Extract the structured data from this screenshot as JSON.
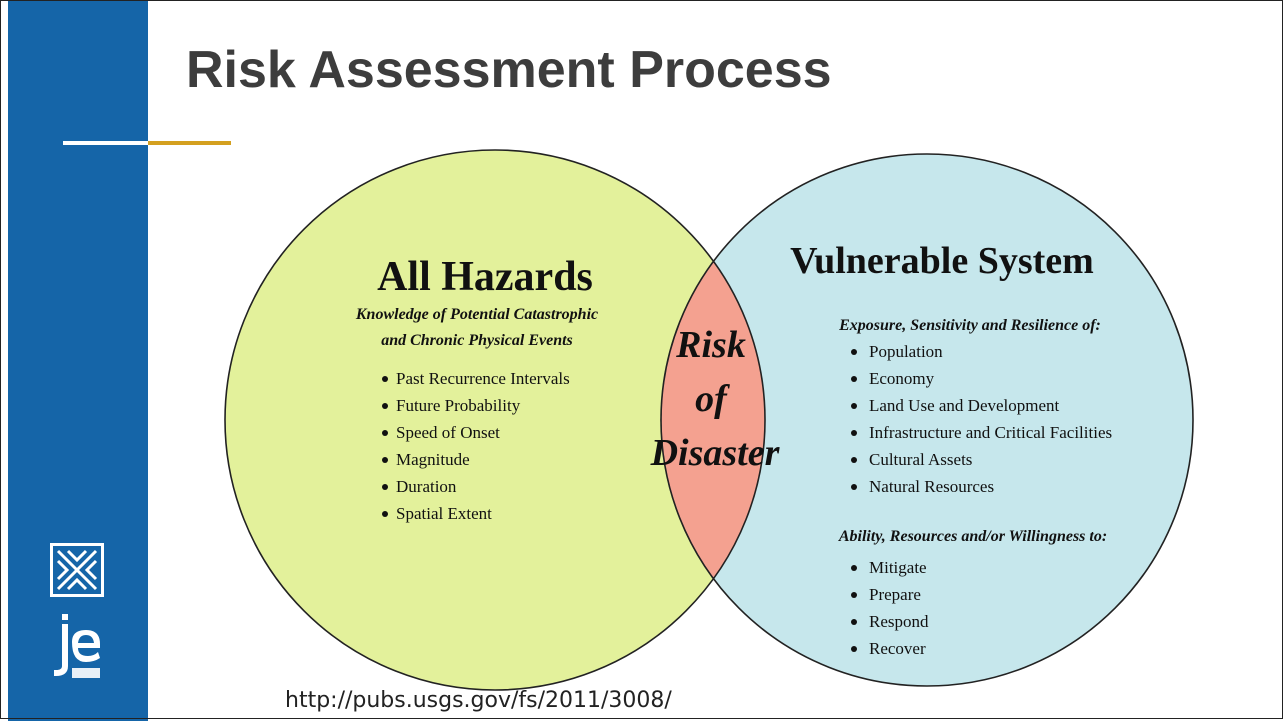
{
  "slide": {
    "title": "Risk Assessment Process",
    "source_url": "http://pubs.usgs.gov/fs/2011/3008/"
  },
  "colors": {
    "sidebar": "#1565a8",
    "accent_rule": "#d4a020",
    "hazards_fill": "#e3f19b",
    "vulnerable_fill": "#c6e7ec",
    "risk_fill": "#f4a190"
  },
  "diagram": {
    "hazards": {
      "title": "All Hazards",
      "subtitle_line1": "Knowledge of Potential Catastrophic",
      "subtitle_line2": "and Chronic Physical Events",
      "items": [
        "Past Recurrence Intervals",
        "Future Probability",
        "Speed of Onset",
        "Magnitude",
        "Duration",
        "Spatial Extent"
      ]
    },
    "intersection": {
      "line1": "Risk",
      "line2": "of",
      "line3": "Disaster"
    },
    "vulnerable": {
      "title": "Vulnerable System",
      "heading1": "Exposure, Sensitivity and Resilience of:",
      "items1": [
        "Population",
        "Economy",
        "Land Use and Development",
        "Infrastructure and Critical Facilities",
        "Cultural Assets",
        "Natural Resources"
      ],
      "heading2": "Ability, Resources and/or Willingness to:",
      "items2": [
        "Mitigate",
        "Prepare",
        "Respond",
        "Recover"
      ]
    }
  },
  "icons": {
    "logo_top": "snowflake-box-icon",
    "logo_bottom": "je-monogram-icon"
  }
}
